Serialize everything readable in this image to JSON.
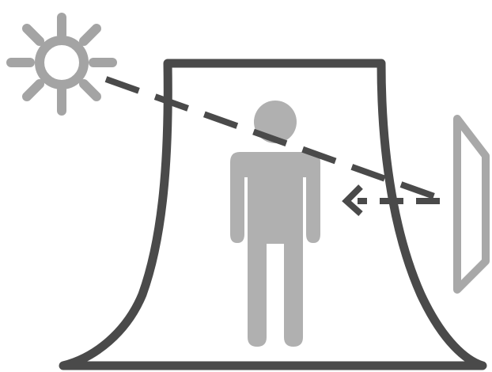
{
  "diagram": {
    "elements": [
      {
        "name": "sun-icon",
        "kind": "icon"
      },
      {
        "name": "cooling-tower-outline",
        "kind": "shape"
      },
      {
        "name": "person-icon",
        "kind": "icon"
      },
      {
        "name": "mirror-panel",
        "kind": "shape"
      }
    ],
    "connections": [
      {
        "from": "sun-icon",
        "to": "mirror-panel",
        "style": "dashed"
      },
      {
        "from": "mirror-panel",
        "to": "person-icon",
        "style": "dashed-arrow"
      }
    ]
  },
  "colors": {
    "outline": "#4a4a4a",
    "figure": "#b0b0b0",
    "sun": "#a4a4a4",
    "ray": "#4a4a4a",
    "mirror": "#a8a8a8",
    "background": "#ffffff"
  }
}
